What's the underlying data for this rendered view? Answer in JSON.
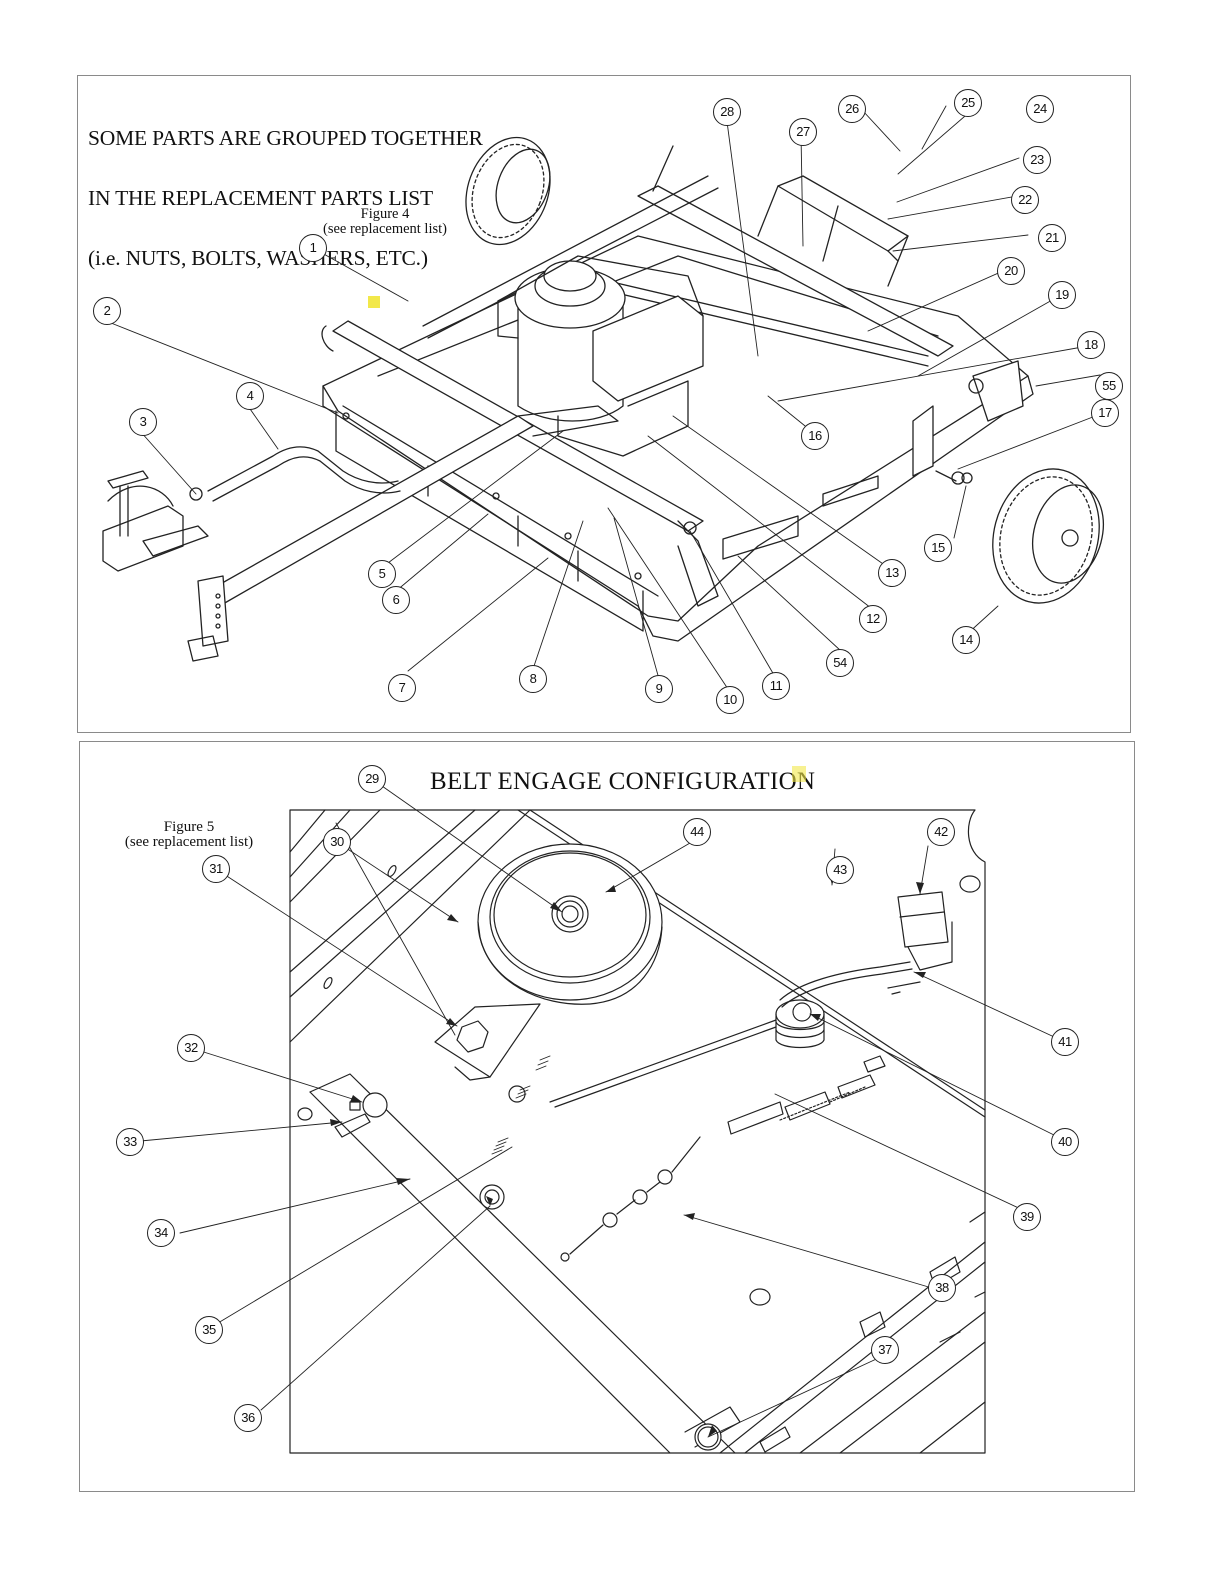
{
  "figure4": {
    "notice_lines": [
      "SOME PARTS ARE GROUPED TOGETHER",
      "IN THE REPLACEMENT PARTS LIST",
      "(i.e. NUTS, BOLTS, WASHERS, ETC.)"
    ],
    "caption_title": "Figure 4",
    "caption_subtitle": "(see replacement list)",
    "callouts": [
      "1",
      "2",
      "3",
      "4",
      "5",
      "6",
      "7",
      "8",
      "9",
      "10",
      "11",
      "12",
      "13",
      "14",
      "15",
      "16",
      "17",
      "18",
      "19",
      "20",
      "21",
      "22",
      "23",
      "24",
      "25",
      "26",
      "27",
      "28",
      "54",
      "55"
    ]
  },
  "figure5": {
    "title": "BELT ENGAGE CONFIGURATION",
    "caption_title": "Figure 5",
    "caption_subtitle": "(see replacement list)",
    "callouts": [
      "29",
      "30",
      "31",
      "32",
      "33",
      "34",
      "35",
      "36",
      "37",
      "38",
      "39",
      "40",
      "41",
      "42",
      "43",
      "44"
    ]
  },
  "colors": {
    "line": "#222222",
    "border": "#8a8a8a",
    "highlight": "#f2e84a"
  }
}
